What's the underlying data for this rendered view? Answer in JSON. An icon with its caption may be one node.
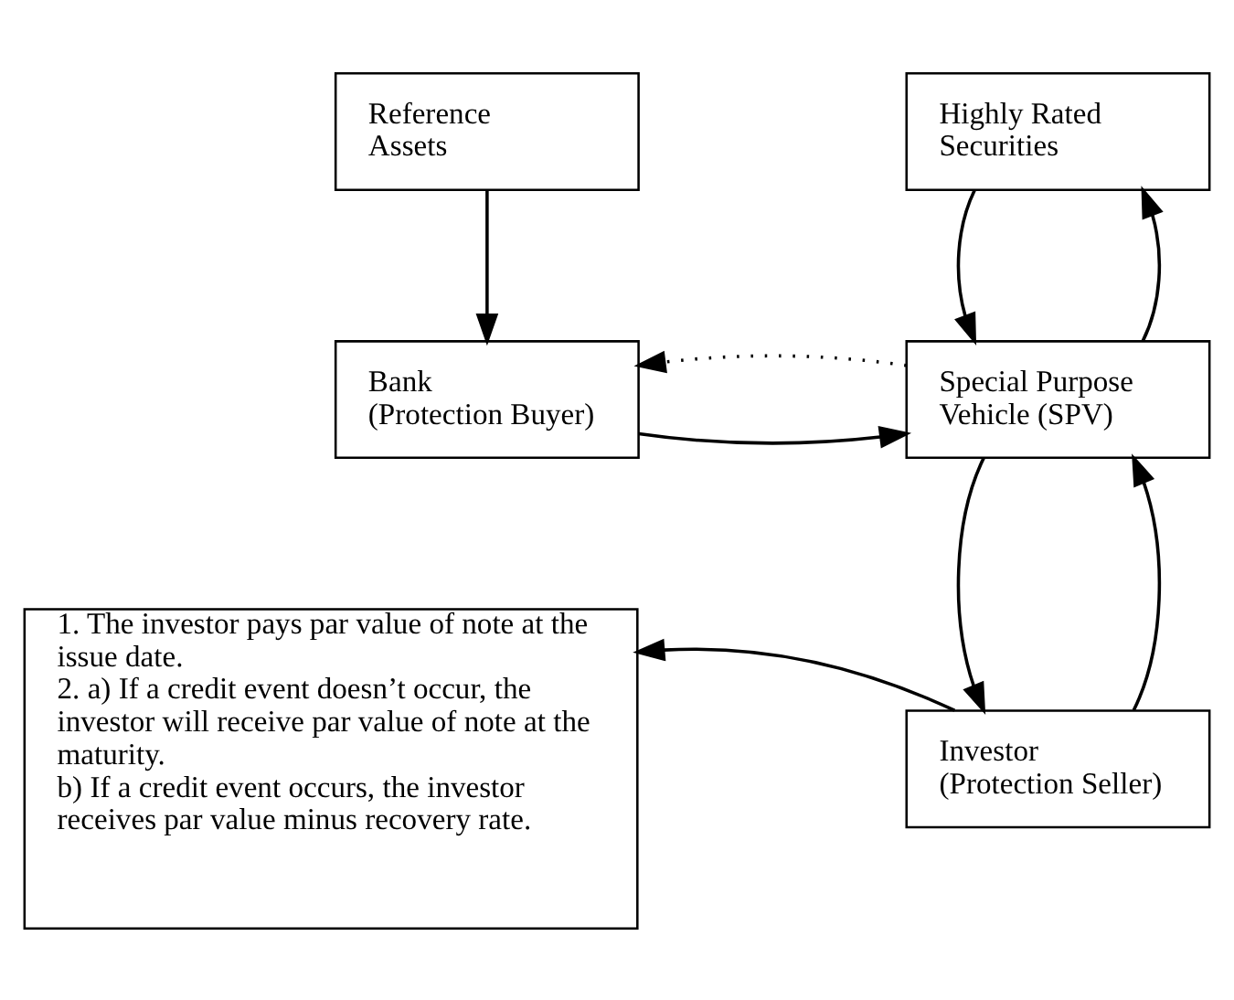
{
  "diagram": {
    "nodes": [
      {
        "text": [
          "Reference Assets"
        ]
      },
      {
        "text": [
          "Highly Rated Securities"
        ]
      },
      {
        "text": [
          "Bank",
          "(Protection Buyer)"
        ]
      },
      {
        "text": [
          "Special Purpose Vehicle (SPV)"
        ]
      },
      {
        "text": [
          "1. The investor pays par value of note at the issue date.",
          "2. a) If a credit event doesn’t occur, the investor will receive par value of note at the maturity.",
          "b) If a credit event occurs, the investor receives par value minus recovery rate."
        ]
      },
      {
        "text": [
          "Investor",
          "(Protection Seller)"
        ]
      }
    ],
    "edges": [
      {
        "from": 0,
        "to": 2,
        "arrow": "to"
      },
      {
        "from": 3,
        "to": 1,
        "arrow": "to"
      },
      {
        "from": 1,
        "to": 3,
        "arrow": "to"
      },
      {
        "from": 2,
        "to": 3,
        "arrow": "to"
      },
      {
        "from": 3,
        "to": 2,
        "arrow": "to",
        "style": "dashed"
      },
      {
        "from": 5,
        "to": 3,
        "arrow": "to"
      },
      {
        "from": 5,
        "to": 4,
        "arrow": "to"
      },
      {
        "from": 3,
        "to": 5,
        "arrow": "to"
      }
    ]
  }
}
